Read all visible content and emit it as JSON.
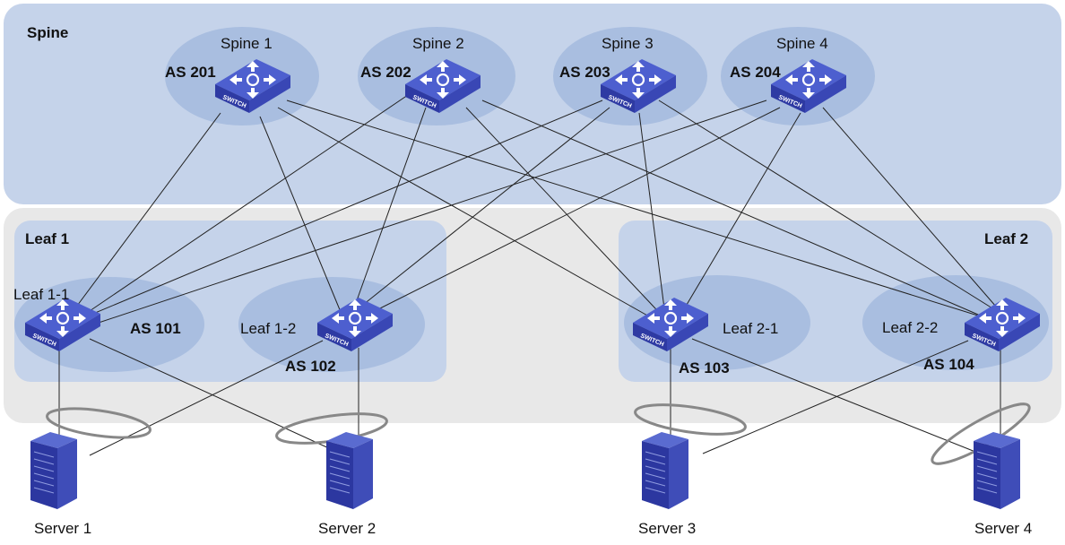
{
  "zones": {
    "spine": "Spine",
    "leaf1": "Leaf 1",
    "leaf2": "Leaf 2"
  },
  "spines": [
    {
      "name": "Spine 1",
      "as": "AS 201"
    },
    {
      "name": "Spine 2",
      "as": "AS 202"
    },
    {
      "name": "Spine 3",
      "as": "AS 203"
    },
    {
      "name": "Spine 4",
      "as": "AS 204"
    }
  ],
  "leaves": [
    {
      "name": "Leaf 1-1",
      "as": "AS 101"
    },
    {
      "name": "Leaf 1-2",
      "as": "AS 102"
    },
    {
      "name": "Leaf 2-1",
      "as": "AS 103"
    },
    {
      "name": "Leaf 2-2",
      "as": "AS 104"
    }
  ],
  "servers": [
    "Server 1",
    "Server 2",
    "Server 3",
    "Server 4"
  ],
  "switch_label": "SWITCH",
  "colors": {
    "spine_zone": "#c5d3ea",
    "leaf_band": "#e8e8e8",
    "leaf_zone": "#c5d3ea",
    "node_halo": "#a9bee0",
    "switch_top": "#4a5bc4",
    "switch_side": "#2c37a0",
    "server_body": "#3a48a8",
    "link": "#222222"
  }
}
